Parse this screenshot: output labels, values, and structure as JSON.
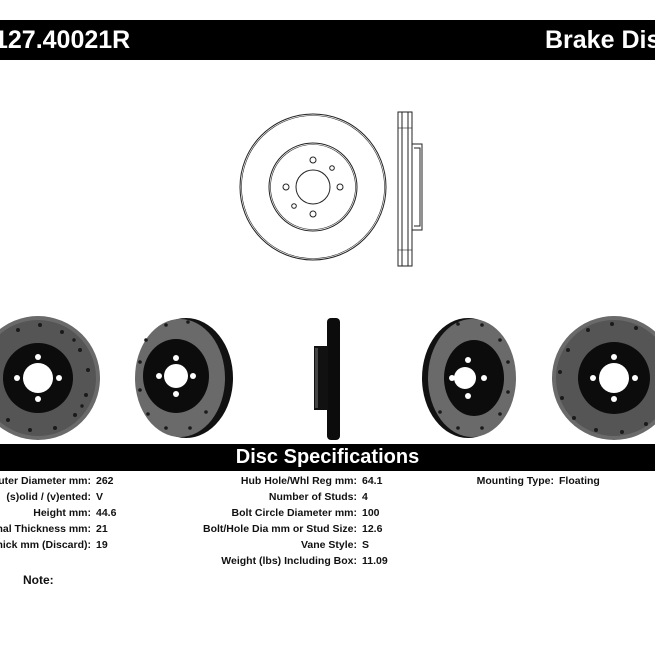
{
  "header": {
    "part_number": "127.40021R",
    "title": "Brake Disc"
  },
  "specs_title": "Disc Specifications",
  "specs": {
    "col1": [
      {
        "label": "Outer Diameter mm:",
        "value": "262"
      },
      {
        "label": "(s)olid / (v)ented:",
        "value": "V"
      },
      {
        "label": "Height mm:",
        "value": "44.6"
      },
      {
        "label": "Nominal Thickness mm:",
        "value": "21"
      },
      {
        "label": "Min Thick mm (Discard):",
        "value": "19"
      }
    ],
    "col2": [
      {
        "label": "Hub Hole/Whl Reg mm:",
        "value": "64.1"
      },
      {
        "label": "Number of Studs:",
        "value": "4"
      },
      {
        "label": "Bolt Circle Diameter mm:",
        "value": "100"
      },
      {
        "label": "Bolt/Hole Dia mm or Stud Size:",
        "value": "12.6"
      },
      {
        "label": "Vane Style:",
        "value": "S"
      },
      {
        "label": "Weight (lbs) Including Box:",
        "value": "11.09"
      }
    ],
    "col3": [
      {
        "label": "Mounting Type:",
        "value": "Floating"
      }
    ]
  },
  "note_label": "Note:",
  "colors": {
    "bar": "#000000",
    "bar_text": "#ffffff",
    "disc_face": "#6e6e6e",
    "disc_dark": "#0c0c0c"
  }
}
